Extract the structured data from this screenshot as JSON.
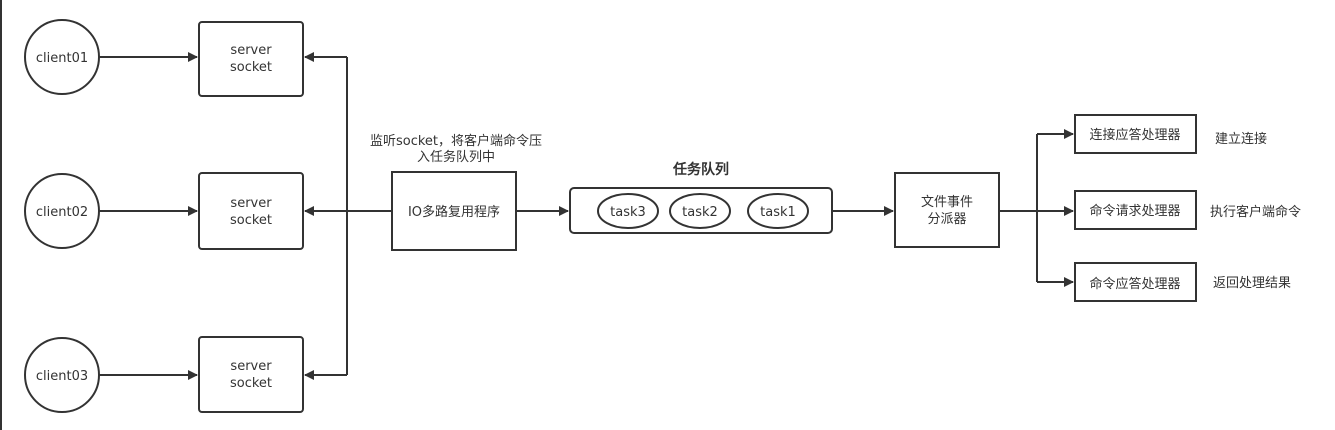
{
  "clients": [
    "client01",
    "client02",
    "client03"
  ],
  "server_socket": {
    "line1": "server",
    "line2": "socket"
  },
  "io_note": {
    "line1": "监听socket，将客户端命令压",
    "line2": "入任务队列中"
  },
  "io_box": "IO多路复用程序",
  "queue": {
    "title": "任务队列",
    "tasks": [
      "task3",
      "task2",
      "task1"
    ]
  },
  "dispatcher": {
    "line1": "文件事件",
    "line2": "分派器"
  },
  "handlers": [
    {
      "name": "连接应答处理器",
      "note": "建立连接"
    },
    {
      "name": "命令请求处理器",
      "note": "执行客户端命令"
    },
    {
      "name": "命令应答处理器",
      "note": "返回处理结果"
    }
  ]
}
